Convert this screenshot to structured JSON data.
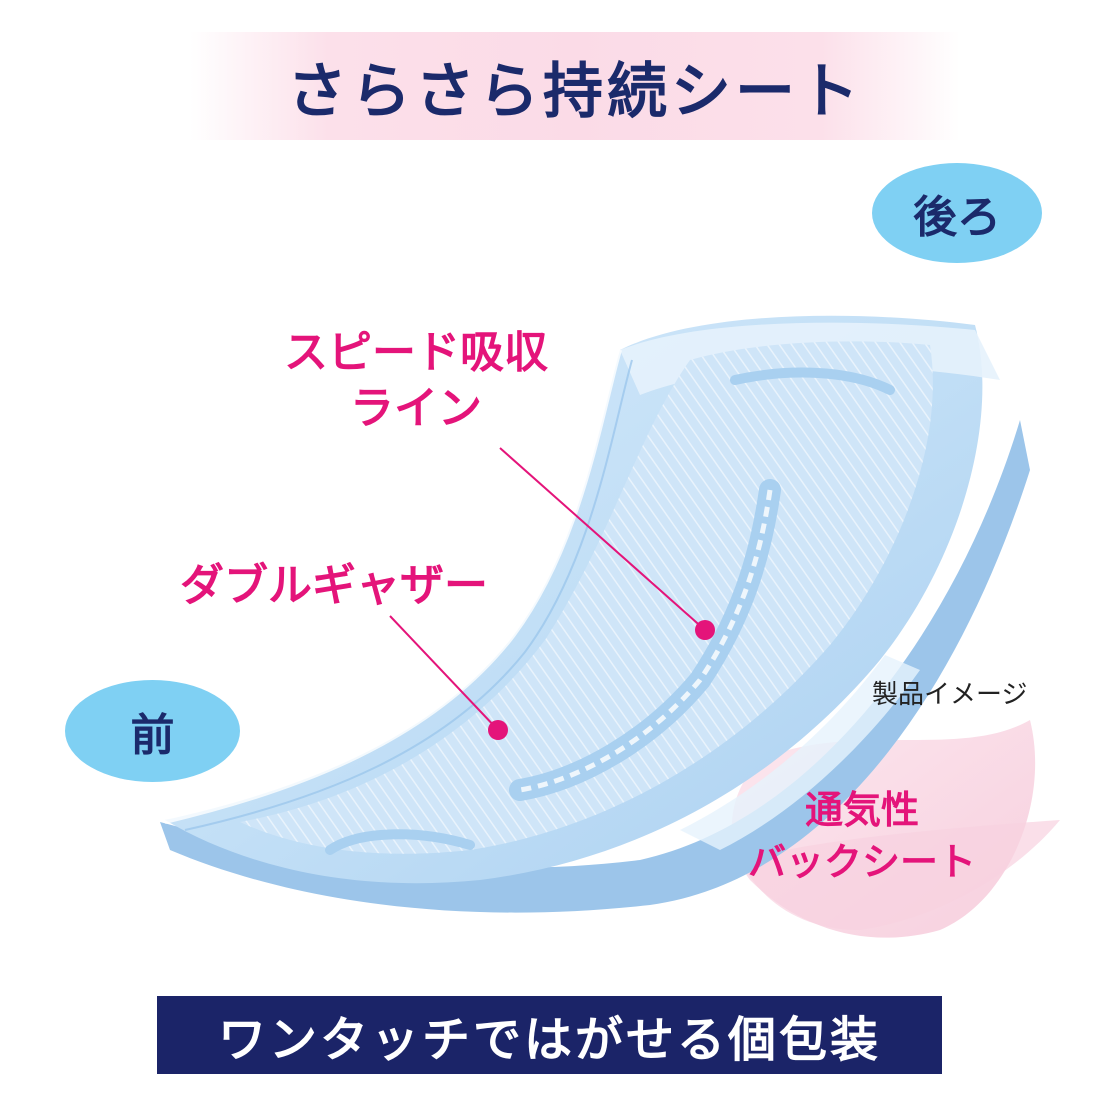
{
  "title": "さらさら持続シート",
  "badges": {
    "back": "後ろ",
    "front": "前"
  },
  "callouts": {
    "speed_absorb_line1": "スピード吸収",
    "speed_absorb_line2": "ライン",
    "double_gather": "ダブルギャザー"
  },
  "image_note": "製品イメージ",
  "backsheet": {
    "line1": "通気性",
    "line2": "バックシート"
  },
  "bottom_banner": "ワンタッチではがせる個包装",
  "colors": {
    "navy": "#1b2a6b",
    "pink": "#e4147a",
    "badge_blue": "#7fd0f3",
    "pad_blue": "#bcdcf5"
  }
}
